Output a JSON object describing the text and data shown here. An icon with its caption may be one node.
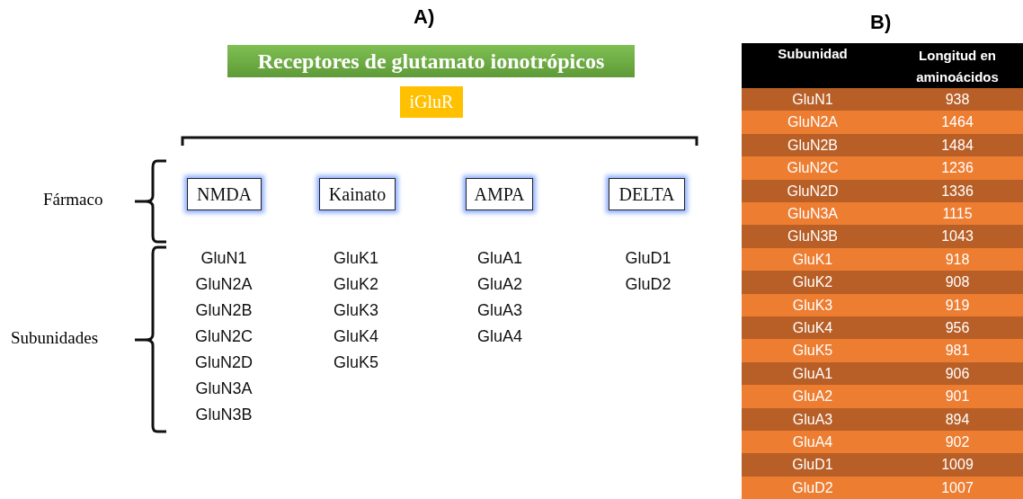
{
  "diagram": {
    "nodes": [
      {
        "text": [
          "Receptores de glutamato ionotrópicos"
        ]
      },
      {
        "text": [
          "iGluR"
        ]
      },
      {
        "text": [
          "NMDA"
        ]
      },
      {
        "text": [
          "Kainato"
        ]
      },
      {
        "text": [
          "AMPA"
        ]
      },
      {
        "text": [
          "DELTA"
        ]
      }
    ],
    "edges": [],
    "labels": [
      "A)",
      "B)",
      "Fármaco",
      "Subunidades",
      "GluN1",
      "GluN2A",
      "GluN2B",
      "GluN2C",
      "GluN2D",
      "GluN3A",
      "GluN3B",
      "GluK1",
      "GluK2",
      "GluK3",
      "GluK4",
      "GluK5",
      "GluA1",
      "GluA2",
      "GluA3",
      "GluA4",
      "GluD1",
      "GluD2",
      "Subunidad",
      "Longitud en aminoácidos",
      "GluN1",
      "938",
      "GluN2A",
      "1464",
      "GluN2B",
      "1484",
      "GluN2C",
      "1236",
      "GluN2D",
      "1336",
      "GluN3A",
      "1115",
      "GluN3B",
      "1043",
      "GluK1",
      "918",
      "GluK2",
      "908",
      "GluK3",
      "919",
      "GluK4",
      "956",
      "GluK5",
      "981",
      "GluA1",
      "906",
      "GluA2",
      "901",
      "GluA3",
      "894",
      "GluA4",
      "902",
      "GluD1",
      "1009",
      "GluD2",
      "1007"
    ]
  }
}
